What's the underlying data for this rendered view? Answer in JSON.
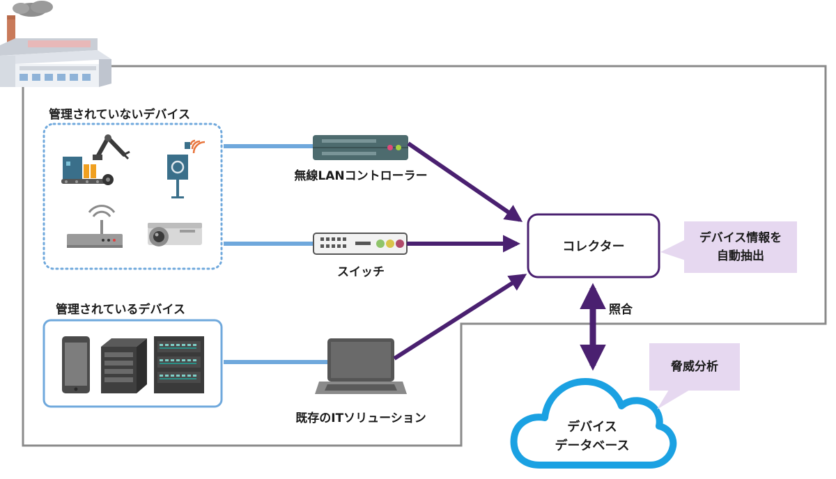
{
  "labels": {
    "unmanaged_devices": "管理されていないデバイス",
    "managed_devices": "管理されているデバイス",
    "wireless_lan_controller": "無線LANコントローラー",
    "switch": "スイッチ",
    "existing_it_solution": "既存のITソリューション",
    "collector": "コレクター",
    "match": "照合",
    "callout_extract_line1": "デバイス情報を",
    "callout_extract_line2": "自動抽出",
    "callout_threat": "脅威分析",
    "database_line1": "デバイス",
    "database_line2": "データベース"
  },
  "icons": {
    "factory": "factory-icon",
    "robot_arm_conveyor": "robot-arm-conveyor-icon",
    "sensor": "wireless-sensor-icon",
    "router": "wifi-router-icon",
    "camera": "security-camera-icon",
    "smartphone": "smartphone-icon",
    "server": "server-tower-icon",
    "rack": "server-rack-icon",
    "controller": "wireless-lan-controller-icon",
    "switch": "network-switch-icon",
    "laptop": "laptop-icon",
    "cloud": "cloud-database-icon"
  },
  "colors": {
    "arrow_purple": "#4a2070",
    "link_blue": "#6fa8dc",
    "callout_lavender": "#e6d8f0",
    "cloud_blue": "#1ba1e2",
    "boundary_gray": "#8a8a8a",
    "managed_border": "#6fa8dc"
  }
}
